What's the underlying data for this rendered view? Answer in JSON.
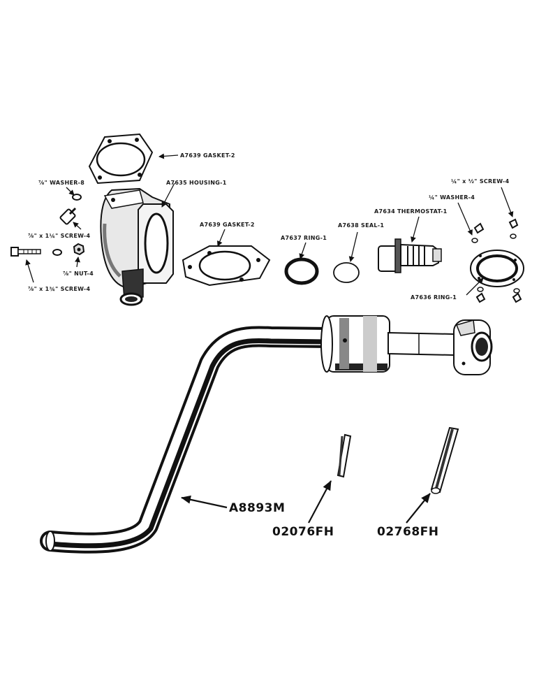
{
  "callouts": {
    "gasket_top": "A7639 GASKET-2",
    "housing": "A7635 HOUSING-1",
    "washer_left": "⅞\" WASHER-8",
    "screw_small": "⅞\" x 1¼\" SCREW-4",
    "nut": "⅞\" NUT-4",
    "screw_long": "⅞\" x 1¾\" SCREW-4",
    "gasket_mid": "A7639 GASKET-2",
    "ring_small": "A7637 RING-1",
    "seal": "A7638 SEAL-1",
    "thermostat": "A7634 THERMOSTAT-1",
    "washer_right": "¼\" WASHER-4",
    "screw_right": "¼\" x ½\" SCREW-4",
    "ring_large": "A7636 RING-1",
    "crank": "A8893M",
    "pin_short": "02076FH",
    "pin_long": "02768FH"
  },
  "colors": {
    "ink": "#111111",
    "paper": "#ffffff"
  }
}
